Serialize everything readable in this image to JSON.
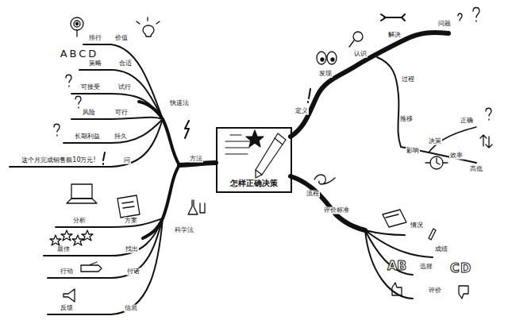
{
  "diagram": {
    "nodes": [
      {
        "text": [
          "怎样正确决策"
        ]
      }
    ],
    "labels": [
      "定义",
      "发现",
      "认识",
      "解决",
      "问题",
      "过程",
      "推移",
      "影响",
      "决策",
      "正确",
      "效率",
      "高低",
      "流程",
      "评价标准",
      "情况",
      "成绩",
      "选择",
      "评价",
      "方法",
      "快速法",
      "科学法",
      "价值",
      "排行",
      "ABCD",
      "合适",
      "策略",
      "试行",
      "可接受",
      "可行",
      "风险",
      "持久",
      "长期利益",
      "问",
      "这个月完成销售额10万元!",
      "方案",
      "分析",
      "找出",
      "最佳",
      "付诸",
      "行动",
      "信息",
      "反馈"
    ]
  }
}
